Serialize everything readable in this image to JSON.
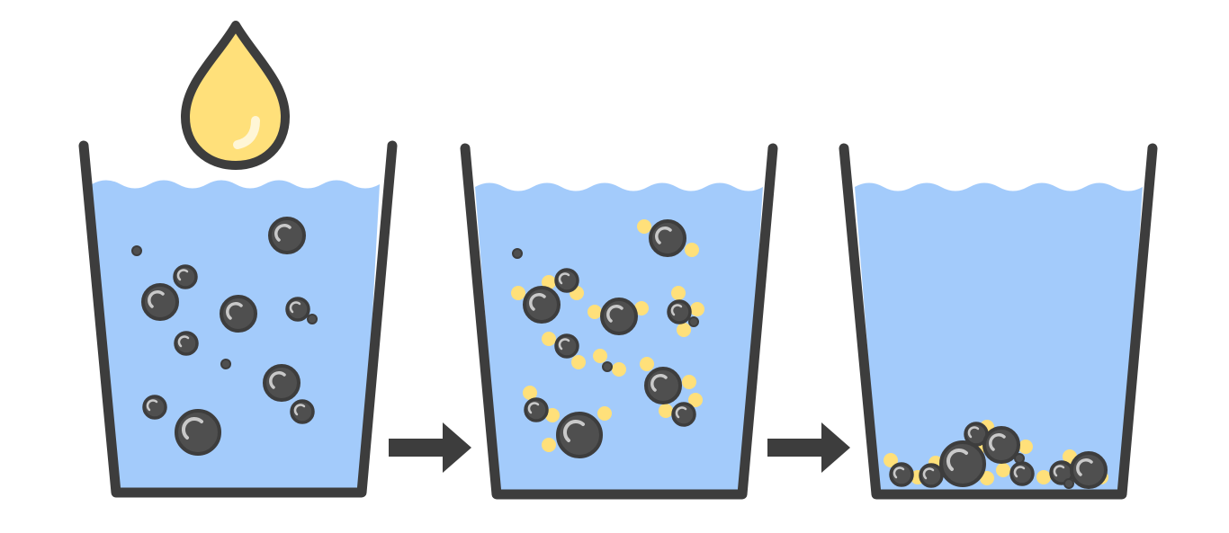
{
  "colors": {
    "water": "#a3cbfb",
    "outline": "#3d3d3d",
    "particle": "#4f4f4f",
    "highlight": "#c9c9c9",
    "flocculant": "#ffe07a",
    "flocculant_shine": "#fff6d6",
    "background": "#ffffff"
  },
  "icons": [
    "flocculant-drop-icon",
    "arrow-right-icon",
    "arrow-right-icon"
  ],
  "stages": [
    {
      "name": "suspended-particles"
    },
    {
      "name": "particles-binding-with-flocculant"
    },
    {
      "name": "settled-flocs"
    }
  ]
}
